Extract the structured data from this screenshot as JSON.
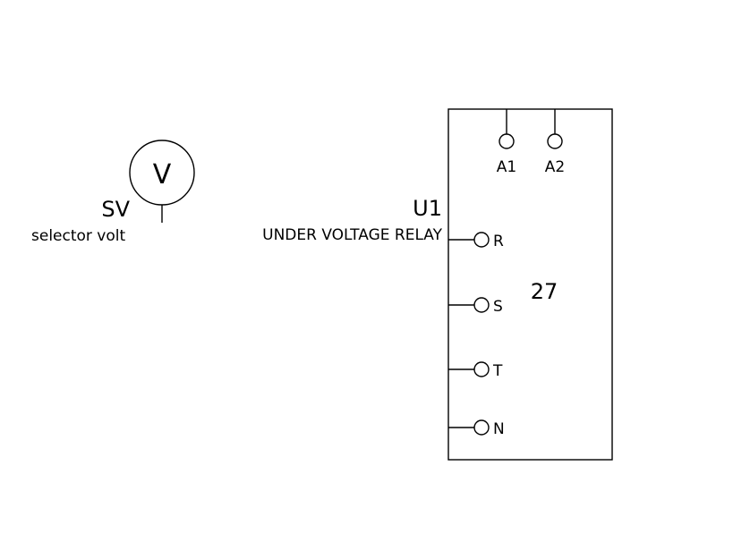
{
  "voltmeter": {
    "symbol": "V",
    "designator": "SV",
    "description": "selector volt"
  },
  "relay": {
    "designator": "U1",
    "description": "UNDER VOLTAGE RELAY",
    "code": "27",
    "top_terminals": [
      "A1",
      "A2"
    ],
    "side_terminals": [
      "R",
      "S",
      "T",
      "N"
    ]
  }
}
